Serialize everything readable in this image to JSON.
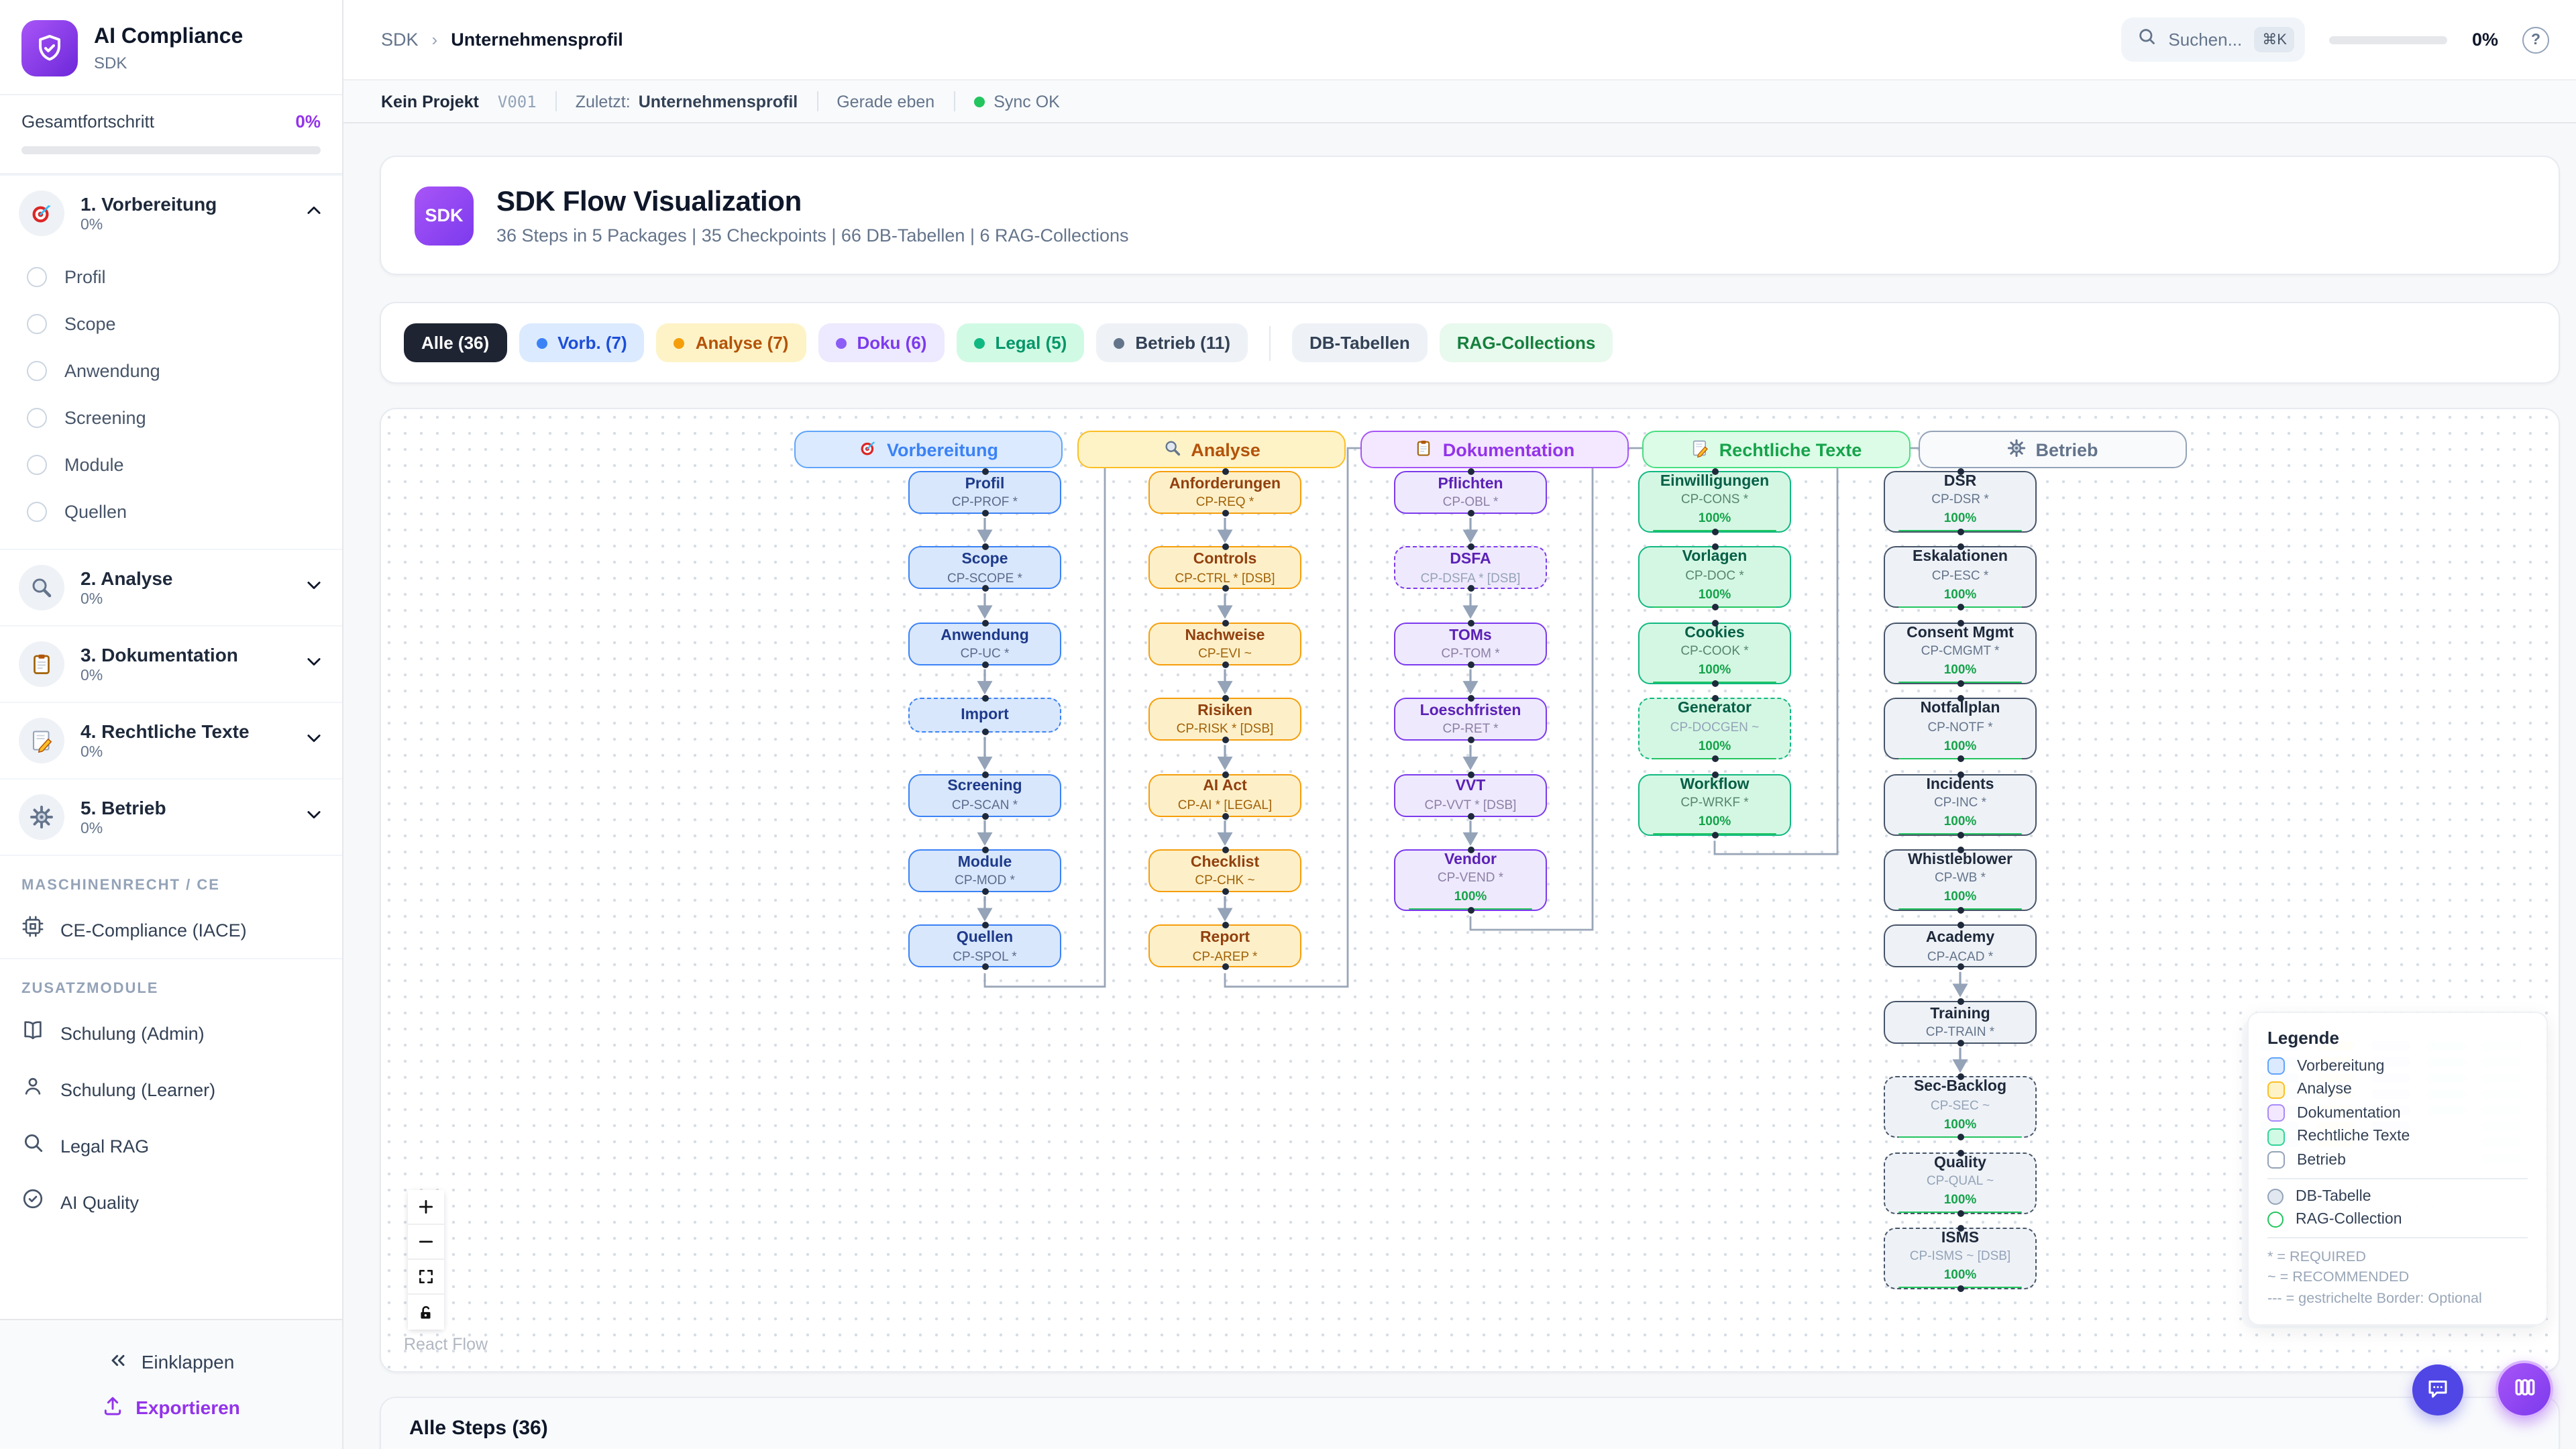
{
  "app": {
    "title": "AI Compliance",
    "subtitle": "SDK"
  },
  "sidebar": {
    "overall_label": "Gesamtfortschritt",
    "overall_value": "0%",
    "sections": [
      {
        "label": "1. Vorbereitung",
        "percent": "0%",
        "icon": "target-icon",
        "expanded": true,
        "items": [
          "Profil",
          "Scope",
          "Anwendung",
          "Screening",
          "Module",
          "Quellen"
        ]
      },
      {
        "label": "2. Analyse",
        "percent": "0%",
        "icon": "magnifier-icon",
        "expanded": false,
        "items": []
      },
      {
        "label": "3. Dokumentation",
        "percent": "0%",
        "icon": "clipboard-icon",
        "expanded": false,
        "items": []
      },
      {
        "label": "4. Rechtliche Texte",
        "percent": "0%",
        "icon": "memo-icon",
        "expanded": false,
        "items": []
      },
      {
        "label": "5. Betrieb",
        "percent": "0%",
        "icon": "gear-icon",
        "expanded": false,
        "items": []
      }
    ],
    "groups": [
      {
        "heading": "MASCHINENRECHT / CE",
        "items": [
          {
            "label": "CE-Compliance (IACE)",
            "icon": "cpu-icon"
          }
        ]
      },
      {
        "heading": "ZUSATZMODULE",
        "items": [
          {
            "label": "Schulung (Admin)",
            "icon": "book-icon"
          },
          {
            "label": "Schulung (Learner)",
            "icon": "person-icon"
          },
          {
            "label": "Legal RAG",
            "icon": "search-icon"
          },
          {
            "label": "AI Quality",
            "icon": "check-circle-icon"
          }
        ]
      }
    ],
    "collapse_label": "Einklappen",
    "export_label": "Exportieren"
  },
  "header": {
    "breadcrumb_root": "SDK",
    "breadcrumb_current": "Unternehmensprofil",
    "search_placeholder": "Suchen...",
    "search_kbd": "⌘K",
    "progress_value": "0%"
  },
  "statusbar": {
    "project": "Kein Projekt",
    "version": "V001",
    "last_label": "Zuletzt:",
    "last_value": "Unternehmensprofil",
    "time": "Gerade eben",
    "sync": "Sync OK",
    "sync_color": "#22c55e"
  },
  "hero": {
    "badge": "SDK",
    "title": "SDK Flow Visualization",
    "subtitle": "36 Steps in 5 Packages | 35 Checkpoints | 66 DB-Tabellen | 6 RAG-Collections"
  },
  "filters": {
    "chips": [
      {
        "label": "Alle (36)",
        "style": "active",
        "dot": ""
      },
      {
        "label": "Vorb. (7)",
        "style": "blue",
        "dot": "#3b82f6"
      },
      {
        "label": "Analyse (7)",
        "style": "amber",
        "dot": "#f59e0b"
      },
      {
        "label": "Doku (6)",
        "style": "purple",
        "dot": "#8b5cf6"
      },
      {
        "label": "Legal (5)",
        "style": "green",
        "dot": "#10b981"
      },
      {
        "label": "Betrieb (11)",
        "style": "slate",
        "dot": "#64748b"
      }
    ],
    "extra_chips": [
      {
        "label": "DB-Tabellen",
        "style": "gray",
        "dot": ""
      },
      {
        "label": "RAG-Collections",
        "style": "mint",
        "dot": ""
      }
    ]
  },
  "flow": {
    "columns": [
      {
        "id": "vorbereitung",
        "label": "Vorbereitung",
        "icon": "target-icon",
        "color": "blue",
        "nodes": [
          {
            "title": "Profil",
            "code": "CP-PROF *",
            "row": 1
          },
          {
            "title": "Scope",
            "code": "CP-SCOPE *",
            "row": 2
          },
          {
            "title": "Anwendung",
            "code": "CP-UC *",
            "row": 3
          },
          {
            "title": "Import",
            "code": "",
            "row": 4,
            "dashed": true
          },
          {
            "title": "Screening",
            "code": "CP-SCAN *",
            "row": 5
          },
          {
            "title": "Module",
            "code": "CP-MOD *",
            "row": 6
          },
          {
            "title": "Quellen",
            "code": "CP-SPOL *",
            "row": 7
          }
        ]
      },
      {
        "id": "analyse",
        "label": "Analyse",
        "icon": "magnifier-icon",
        "color": "amber",
        "nodes": [
          {
            "title": "Anforderungen",
            "code": "CP-REQ *",
            "row": 1
          },
          {
            "title": "Controls",
            "code": "CP-CTRL * [DSB]",
            "row": 2
          },
          {
            "title": "Nachweise",
            "code": "CP-EVI ~",
            "row": 3
          },
          {
            "title": "Risiken",
            "code": "CP-RISK * [DSB]",
            "row": 4
          },
          {
            "title": "AI Act",
            "code": "CP-AI * [LEGAL]",
            "row": 5
          },
          {
            "title": "Checklist",
            "code": "CP-CHK ~",
            "row": 6
          },
          {
            "title": "Report",
            "code": "CP-AREP *",
            "row": 7
          }
        ]
      },
      {
        "id": "dokumentation",
        "label": "Dokumentation",
        "icon": "clipboard-icon",
        "color": "purple",
        "nodes": [
          {
            "title": "Pflichten",
            "code": "CP-OBL *",
            "row": 1
          },
          {
            "title": "DSFA",
            "code": "CP-DSFA * [DSB]",
            "row": 2,
            "dashed": true
          },
          {
            "title": "TOMs",
            "code": "CP-TOM *",
            "row": 3
          },
          {
            "title": "Loeschfristen",
            "code": "CP-RET *",
            "row": 4
          },
          {
            "title": "VVT",
            "code": "CP-VVT * [DSB]",
            "row": 5
          },
          {
            "title": "Vendor",
            "code": "CP-VEND *",
            "row": 6,
            "progress": "100%"
          }
        ]
      },
      {
        "id": "rechtliche-texte",
        "label": "Rechtliche Texte",
        "icon": "memo-icon",
        "color": "green",
        "nodes": [
          {
            "title": "Einwilligungen",
            "code": "CP-CONS *",
            "row": 1,
            "progress": "100%"
          },
          {
            "title": "Vorlagen",
            "code": "CP-DOC *",
            "row": 2,
            "progress": "100%"
          },
          {
            "title": "Cookies",
            "code": "CP-COOK *",
            "row": 3,
            "progress": "100%"
          },
          {
            "title": "Generator",
            "code": "CP-DOCGEN ~",
            "row": 4,
            "dashed": true,
            "progress": "100%"
          },
          {
            "title": "Workflow",
            "code": "CP-WRKF *",
            "row": 5,
            "progress": "100%"
          }
        ]
      },
      {
        "id": "betrieb",
        "label": "Betrieb",
        "icon": "gear-icon",
        "color": "slate",
        "nodes": [
          {
            "title": "DSR",
            "code": "CP-DSR *",
            "row": 1,
            "progress": "100%"
          },
          {
            "title": "Eskalationen",
            "code": "CP-ESC *",
            "row": 2,
            "progress": "100%"
          },
          {
            "title": "Consent Mgmt",
            "code": "CP-CMGMT *",
            "row": 3,
            "progress": "100%"
          },
          {
            "title": "Notfallplan",
            "code": "CP-NOTF *",
            "row": 4,
            "progress": "100%"
          },
          {
            "title": "Incidents",
            "code": "CP-INC *",
            "row": 5,
            "progress": "100%"
          },
          {
            "title": "Whistleblower",
            "code": "CP-WB *",
            "row": 6,
            "progress": "100%"
          },
          {
            "title": "Academy",
            "code": "CP-ACAD *",
            "row": 7
          },
          {
            "title": "Training",
            "code": "CP-TRAIN *",
            "row": 8
          },
          {
            "title": "Sec-Backlog",
            "code": "CP-SEC ~",
            "row": 9,
            "dashed": true,
            "progress": "100%"
          },
          {
            "title": "Quality",
            "code": "CP-QUAL ~",
            "row": 10,
            "dashed": true,
            "progress": "100%"
          },
          {
            "title": "ISMS",
            "code": "CP-ISMS ~ [DSB]",
            "row": 11,
            "dashed": true,
            "progress": "100%"
          }
        ]
      }
    ]
  },
  "legend": {
    "title": "Legende",
    "items": [
      {
        "label": "Vorbereitung",
        "color": "blue"
      },
      {
        "label": "Analyse",
        "color": "amber"
      },
      {
        "label": "Dokumentation",
        "color": "purple"
      },
      {
        "label": "Rechtliche Texte",
        "color": "green"
      },
      {
        "label": "Betrieb",
        "color": "slate"
      }
    ],
    "circles": [
      {
        "label": "DB-Tabelle",
        "color": "#94a3b8"
      },
      {
        "label": "RAG-Collection",
        "color": "#22c55e"
      }
    ],
    "notes": [
      "* = REQUIRED",
      "~ = RECOMMENDED",
      "--- = gestrichelte Border: Optional"
    ]
  },
  "flow_controls": {
    "attribution": "React Flow"
  },
  "bottom_panel": {
    "title": "Alle Steps (36)"
  }
}
